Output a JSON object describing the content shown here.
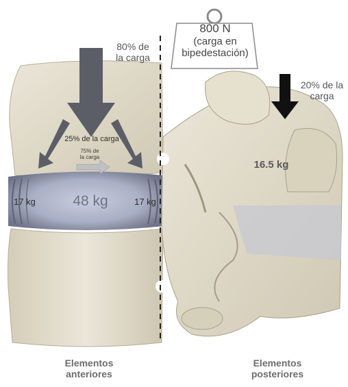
{
  "weight": {
    "value": "800 N",
    "note_line1": "(carga en",
    "note_line2": "bipedestación)"
  },
  "anterior_load": {
    "line1": "80% de",
    "line2": "la carga"
  },
  "posterior_load": {
    "line1": "20% de la",
    "line2": "carga"
  },
  "split_load": "25% de la carga",
  "center_load": {
    "line1": "75% de",
    "line2": "la carga"
  },
  "disc": {
    "left": "17 kg",
    "center": "48 kg",
    "right": "17 kg"
  },
  "facet_load": "16.5 kg",
  "footer": {
    "anterior_line1": "Elementos",
    "anterior_line2": "anteriores",
    "posterior_line1": "Elementos",
    "posterior_line2": "posteriores"
  },
  "colors": {
    "bone": "#e2dccb",
    "disc": "#aab0c4",
    "arrow": "#5b5e66",
    "dashed_line": "#222222"
  }
}
